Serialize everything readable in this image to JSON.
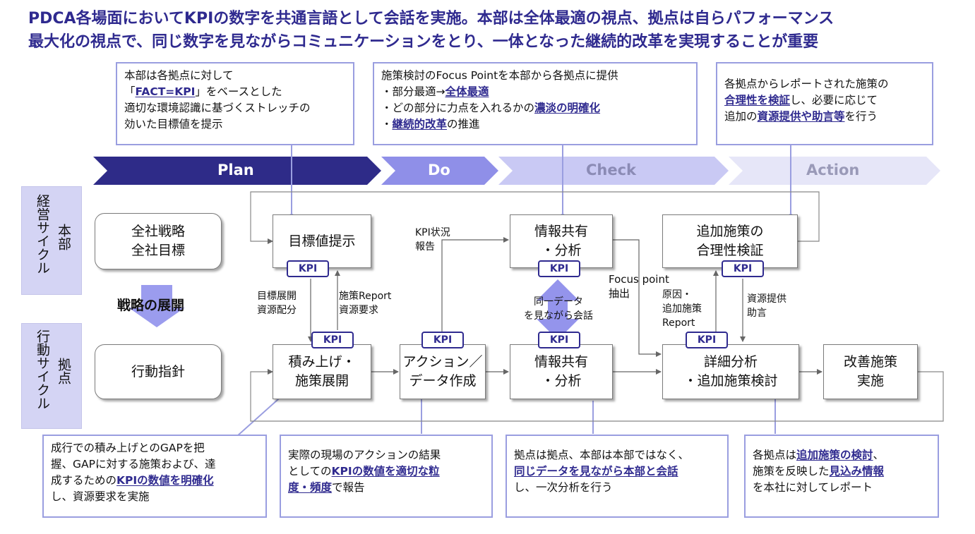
{
  "headline": {
    "line1": "PDCA各場面においてKPIの数字を共通言語として会話を実施。本部は全体最適の視点、拠点は自らパフォーマンス",
    "line2": "最大化の視点で、同じ数字を見ながらコミュニケーションをとり、一体となった継続的改革を実現することが重要"
  },
  "phases": {
    "plan": "Plan",
    "do": "Do",
    "check": "Check",
    "action": "Action"
  },
  "top_callouts": {
    "plan": {
      "line1": "本部は各拠点に対して",
      "line2_pre": "「",
      "line2_hl": "FACT=KPI",
      "line2_post": "」をベースとした",
      "line3": "適切な環境認識に基づくストレッチの",
      "line4": "効いた目標値を提示"
    },
    "do_check": {
      "line1": "施策検討のFocus Pointを本部から各拠点に提供",
      "line2_pre": "・部分最適→",
      "line2_hl": "全体最適",
      "line3_pre": "・どの部分に力点を入れるかの",
      "line3_hl": "濃淡の明確化",
      "line4_pre": "・",
      "line4_hl": "継続的改革",
      "line4_post": "の推進"
    },
    "action": {
      "line1": "各拠点からレポートされた施策の",
      "line2_hl": "合理性を検証",
      "line2_post": "し、必要に応じて",
      "line3_pre": "追加の",
      "line3_hl": "資源提供や助言等",
      "line3_post": "を行う"
    }
  },
  "sidebar": {
    "hq_cycle": "経営サイクル",
    "hq_label": "本部",
    "branch_cycle": "行動サイクル",
    "branch_label": "拠点",
    "hq_strategy_line1": "全社戦略",
    "hq_strategy_line2": "全社目標",
    "deploy_label": "戦略の展開",
    "branch_policy": "行動指針"
  },
  "nodes": {
    "target": "目標値提示",
    "share_top_line1": "情報共有",
    "share_top_line2": "・分析",
    "verify_line1": "追加施策の",
    "verify_line2": "合理性検証",
    "build_line1": "積み上げ・",
    "build_line2": "施策展開",
    "action_line1": "アクション／",
    "action_line2": "データ作成",
    "share_bottom_line1": "情報共有",
    "share_bottom_line2": "・分析",
    "detail_line1": "詳細分析",
    "detail_line2": "・追加施策検討",
    "improve_line1": "改善施策",
    "improve_line2": "実施"
  },
  "kpi_badge": "KPI",
  "flow_labels": {
    "target_deploy_1": "目標展開",
    "target_deploy_2": "資源配分",
    "report_req_1": "施策Report",
    "report_req_2": "資源要求",
    "kpi_status_1": "KPI状況",
    "kpi_status_2": "報告",
    "same_data_1": "同一データ",
    "same_data_2": "を見ながら会話",
    "focus_1": "Focus point",
    "focus_2": "抽出",
    "cause_1": "原因・",
    "cause_2": "追加施策",
    "cause_3": "Report",
    "resource_1": "資源提供",
    "resource_2": "助言"
  },
  "bottom_callouts": {
    "build": {
      "line1": "成行での積み上げとのGAPを把",
      "line2": "握、GAPに対する施策および、達",
      "line3_pre": "成するための",
      "line3_hl": "KPIの数値を明確化",
      "line4": "し、資源要求を実施"
    },
    "action": {
      "line1": "実際の現場のアクションの結果",
      "line2_pre": "としての",
      "line2_hl": "KPIの数値を適切な粒",
      "line3_hl": "度・頻度",
      "line3_post": "で報告"
    },
    "share": {
      "line1": "拠点は拠点、本部は本部ではなく、",
      "line2_hl": "同じデータを見ながら本部と会話",
      "line3": "し、一次分析を行う"
    },
    "detail": {
      "line1_pre": "各拠点は",
      "line1_hl": "追加施策の検討",
      "line1_post": "、",
      "line2_pre": "施策を反映した",
      "line2_hl": "見込み情報",
      "line3": "を本社に対してレポート"
    }
  },
  "colors": {
    "navy": "#2f2a8f",
    "plan_arrow": "#2e2b88",
    "do_arrow": "#8f8fe8",
    "check_arrow": "#c9c9f4",
    "action_arrow": "#e6e6f8",
    "callout_border": "#9a9ee0",
    "sidebar": "#d4d4f4"
  }
}
